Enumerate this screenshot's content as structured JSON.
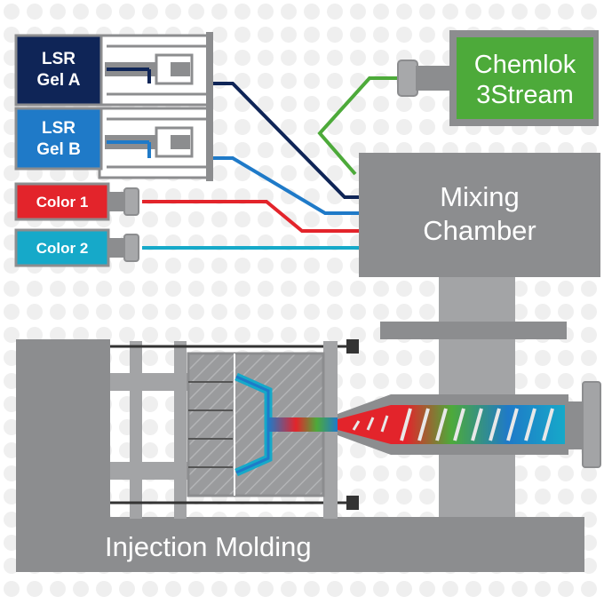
{
  "sources": {
    "lsr_gel_a": {
      "line1": "LSR",
      "line2": "Gel A",
      "color": "#0f2557"
    },
    "lsr_gel_b": {
      "line1": "LSR",
      "line2": "Gel B",
      "color": "#1f7ac8"
    },
    "color_1": {
      "label": "Color 1",
      "color": "#e3242b"
    },
    "color_2": {
      "label": "Color 2",
      "color": "#16a9c9"
    }
  },
  "chemlok": {
    "line1": "Chemlok",
    "line2": "3Stream",
    "color": "#4daa3a"
  },
  "mixing_chamber": {
    "line1": "Mixing",
    "line2": "Chamber"
  },
  "machine": {
    "label": "Injection Molding"
  },
  "colors": {
    "machine_gray": "#8c8d8f",
    "dark_navy": "#0f2557",
    "blue": "#1f7ac8",
    "red": "#e3242b",
    "cyan": "#16a9c9",
    "green": "#4daa3a"
  }
}
